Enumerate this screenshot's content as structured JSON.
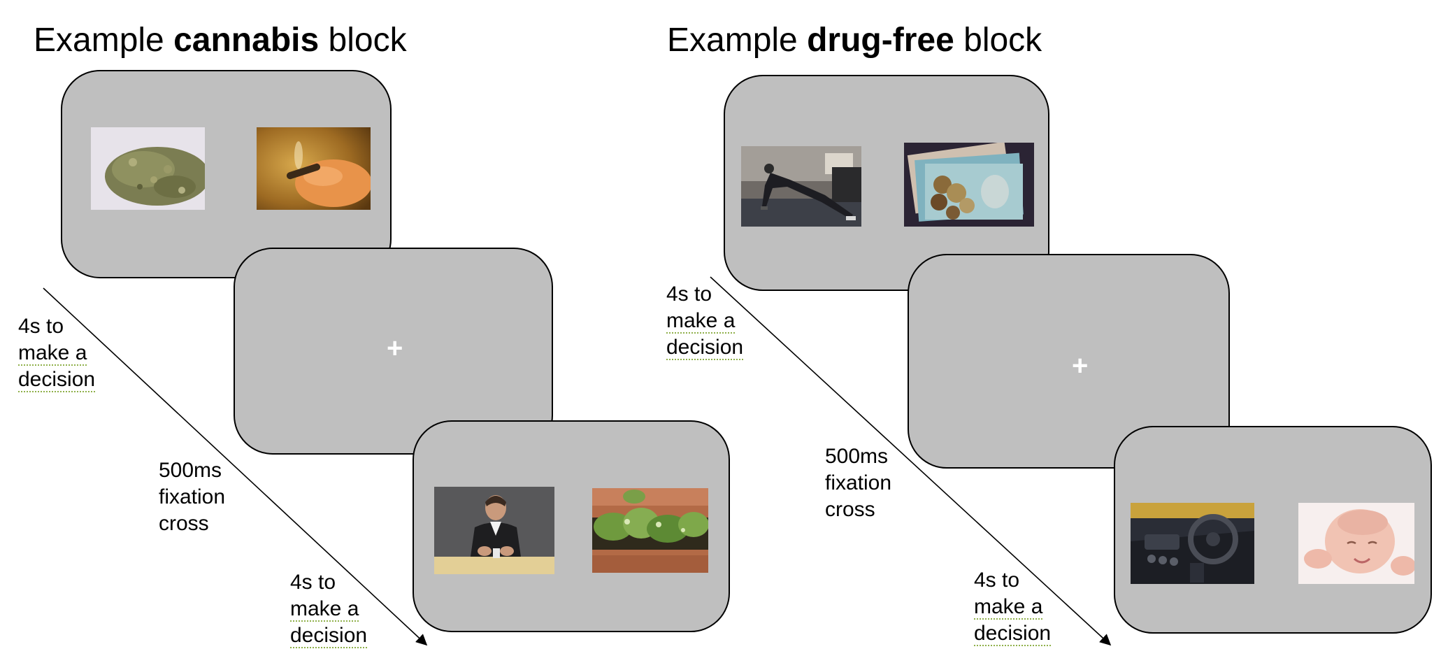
{
  "blocks": {
    "cannabis": {
      "title_prefix": "Example ",
      "title_bold": "cannabis",
      "title_suffix": " block",
      "fixation_symbol": "+",
      "label_decision_1": [
        "4s to",
        "make a",
        "decision"
      ],
      "label_fixation": [
        "500ms",
        "fixation",
        "cross"
      ],
      "label_decision_2": [
        "4s to",
        "make a",
        "decision"
      ],
      "images": [
        "cannabis-buds-photo",
        "joint-in-hand-photo",
        "man-rolling-joint-photo",
        "cannabis-plant-photo"
      ]
    },
    "drug_free": {
      "title_prefix": "Example ",
      "title_bold": "drug-free",
      "title_suffix": " block",
      "fixation_symbol": "+",
      "label_decision_1": [
        "4s to",
        "make a",
        "decision"
      ],
      "label_fixation": [
        "500ms",
        "fixation",
        "cross"
      ],
      "label_decision_2": [
        "4s to",
        "make a",
        "decision"
      ],
      "images": [
        "woman-exercising-photo",
        "money-notes-coins-photo",
        "car-interior-photo",
        "sleeping-baby-photo"
      ]
    }
  },
  "colors": {
    "screen": "#bfbfbf",
    "border": "#000000",
    "cross": "#ffffff",
    "underline": "#8fb04a"
  }
}
